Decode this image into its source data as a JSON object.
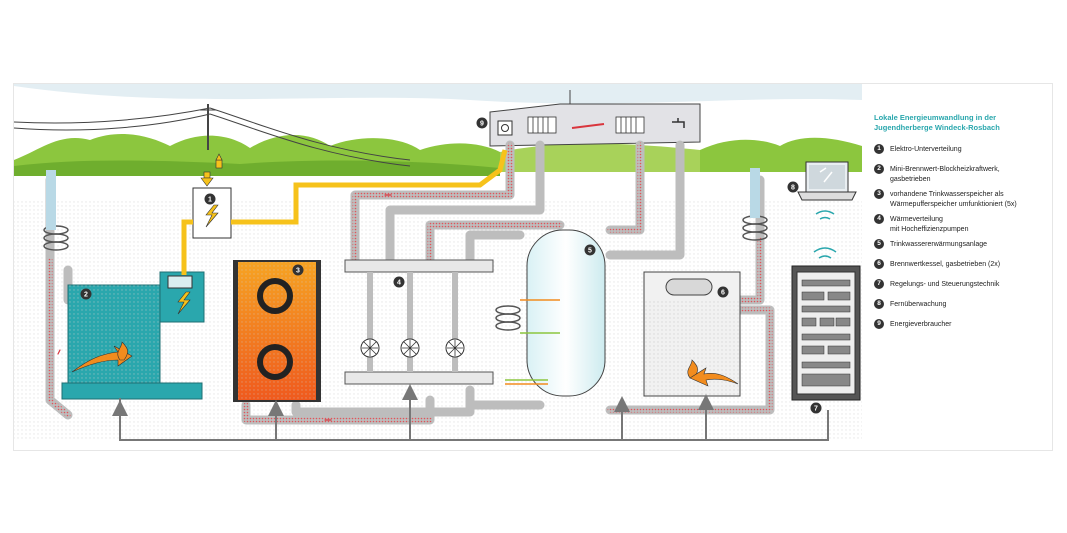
{
  "legend": {
    "title": "Lokale Energieumwandlung in der\nJugendherberge Windeck-Rosbach",
    "items": [
      {
        "num": "1",
        "text": "Elektro-Unterverteilung"
      },
      {
        "num": "2",
        "text": "Mini-Brennwert-Blockheizkraftwerk,\ngasbetrieben"
      },
      {
        "num": "3",
        "text": "vorhandene Trinkwasserspeicher als\nWärmepufferspeicher umfunktioniert (5x)"
      },
      {
        "num": "4",
        "text": "Wärmeverteilung\nmit Hocheffizienzpumpen"
      },
      {
        "num": "5",
        "text": "Trinkwassererwärmungsanlage"
      },
      {
        "num": "6",
        "text": "Brennwertkessel, gasbetrieben (2x)"
      },
      {
        "num": "7",
        "text": "Regelungs- und Steuerungstechnik"
      },
      {
        "num": "8",
        "text": "Fernüberwachung"
      },
      {
        "num": "9",
        "text": "Energieverbraucher"
      }
    ]
  },
  "badges": {
    "b1": "1",
    "b2": "2",
    "b3": "3",
    "b4": "4",
    "b5": "5",
    "b6": "6",
    "b7": "7",
    "b8": "8",
    "b9": "9"
  },
  "colors": {
    "accent": "#2aa7ad",
    "teal": "#2aa7ad",
    "orange": "#f28c1e",
    "yellow": "#f6c21b",
    "green": "#8cc63e",
    "pipe_red": "#d9363e",
    "pipe_gray": "#777777"
  }
}
